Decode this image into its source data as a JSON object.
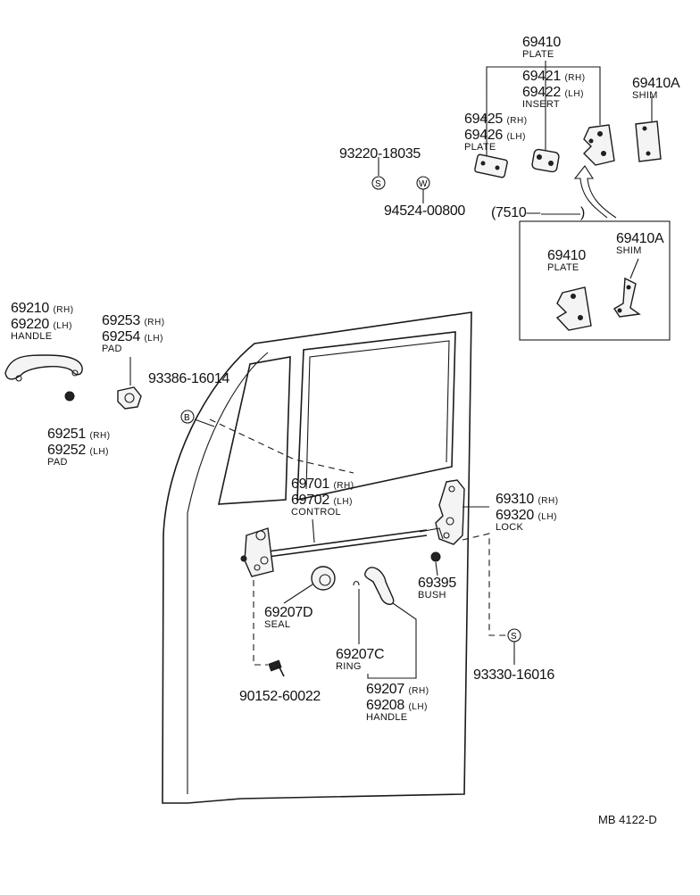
{
  "labels": {
    "l69410_top": {
      "code": "69410",
      "name": "PLATE"
    },
    "l69421": {
      "code": "69421",
      "side": "(RH)"
    },
    "l69422": {
      "code": "69422",
      "side": "(LH)",
      "name": "INSERT"
    },
    "l69410A_top": {
      "code": "69410A",
      "name": "SHIM"
    },
    "l69425": {
      "code": "69425",
      "side": "(RH)"
    },
    "l69426": {
      "code": "69426",
      "side": "(LH)",
      "name": "PLATE"
    },
    "l93220": {
      "code": "93220-18035",
      "circle": "S"
    },
    "l94524": {
      "code": "94524-00800",
      "circle": "W"
    },
    "l7510": {
      "text": "(7510—"
    },
    "l7510_close": {
      "text": ")"
    },
    "l69410_box": {
      "code": "69410",
      "name": "PLATE"
    },
    "l69410A_box": {
      "code": "69410A",
      "name": "SHIM"
    },
    "l69210": {
      "code": "69210",
      "side": "(RH)"
    },
    "l69220": {
      "code": "69220",
      "side": "(LH)",
      "name": "HANDLE"
    },
    "l69253": {
      "code": "69253",
      "side": "(RH)"
    },
    "l69254": {
      "code": "69254",
      "side": "(LH)",
      "name": "PAD"
    },
    "l93386": {
      "code": "93386-16014",
      "circle": "B"
    },
    "l69251": {
      "code": "69251",
      "side": "(RH)"
    },
    "l69252": {
      "code": "69252",
      "side": "(LH)",
      "name": "PAD"
    },
    "l69701": {
      "code": "69701",
      "side": "(RH)"
    },
    "l69702": {
      "code": "69702",
      "side": "(LH)",
      "name": "CONTROL"
    },
    "l69310": {
      "code": "69310",
      "side": "(RH)"
    },
    "l69320": {
      "code": "69320",
      "side": "(LH)",
      "name": "LOCK"
    },
    "l69395": {
      "code": "69395",
      "name": "BUSH"
    },
    "l69207D": {
      "code": "69207D",
      "name": "SEAL"
    },
    "l69207C": {
      "code": "69207C",
      "name": "RING"
    },
    "l69207": {
      "code": "69207",
      "side": "(RH)"
    },
    "l69208": {
      "code": "69208",
      "side": "(LH)",
      "name": "HANDLE"
    },
    "l93330": {
      "code": "93330-16016",
      "circle": "S"
    },
    "l90152": {
      "code": "90152-60022"
    },
    "footer": {
      "text": "MB  4122-D"
    }
  }
}
